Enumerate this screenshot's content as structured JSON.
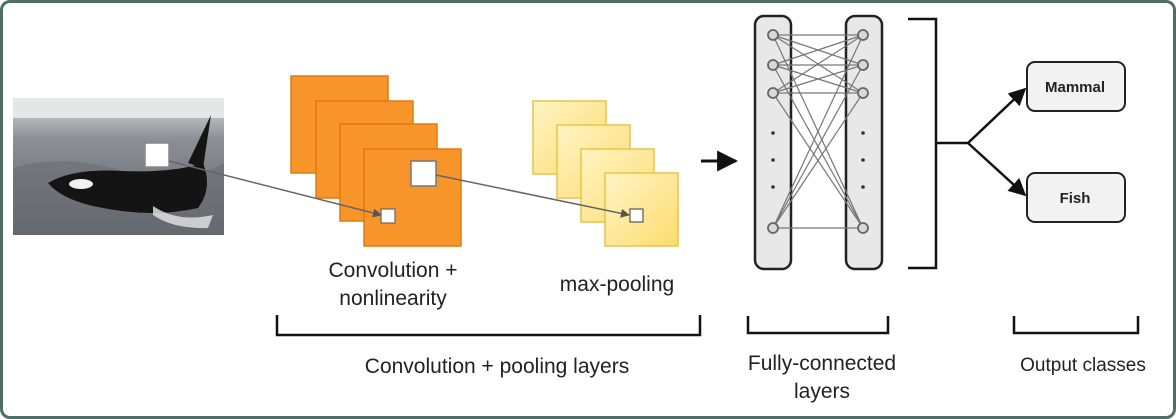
{
  "labels": {
    "conv": [
      "Convolution +",
      "nonlinearity"
    ],
    "pool": "max-pooling",
    "conv_pool_layers": "Convolution + pooling layers",
    "fc_layers": [
      "Fully-connected",
      "layers"
    ],
    "output_classes": "Output classes"
  },
  "classes": [
    "Mammal",
    "Fish"
  ],
  "image": {
    "subject": "orca-whale"
  },
  "colors": {
    "conv_fill": "#f7952b",
    "conv_stroke": "#e07a10",
    "pool_fill": "#fde591",
    "pool_stroke": "#e9c34a",
    "fc_fill": "#e8e8e8",
    "box_fill": "#f2f2f2",
    "line": "#222222",
    "frame": "#4f6f66"
  }
}
